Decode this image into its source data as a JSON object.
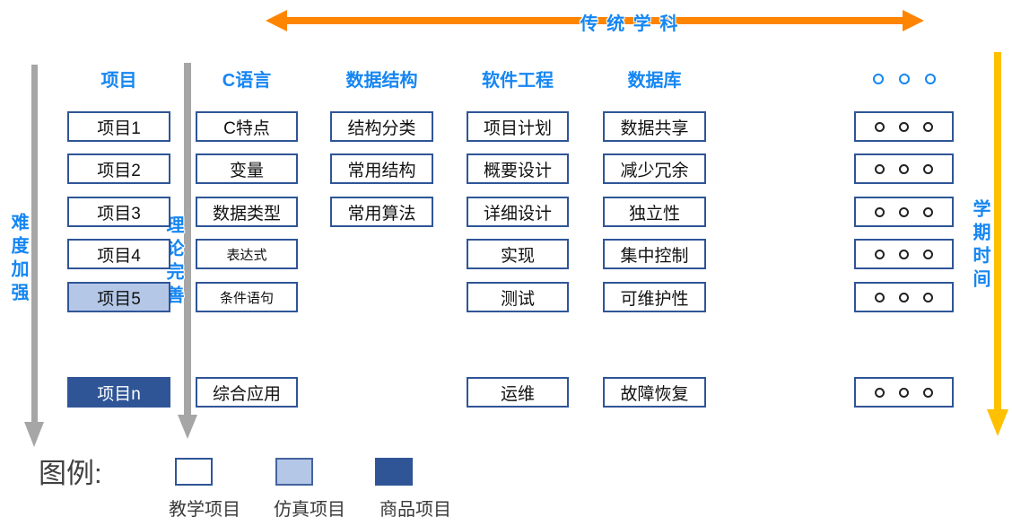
{
  "axes": {
    "top": {
      "label": "传 统 学 科"
    },
    "left": {
      "label": "难度加强"
    },
    "middle": {
      "label": "理论完善"
    },
    "right": {
      "label": "学期时间"
    }
  },
  "columns": [
    {
      "header": "项目",
      "cells": [
        "项目1",
        "项目2",
        "项目3",
        "项目4",
        "项目5",
        "项目n"
      ]
    },
    {
      "header": "C语言",
      "cells": [
        "C特点",
        "变量",
        "数据类型",
        "表达式",
        "条件语句",
        "综合应用"
      ]
    },
    {
      "header": "数据结构",
      "cells": [
        "结构分类",
        "常用结构",
        "常用算法"
      ]
    },
    {
      "header": "软件工程",
      "cells": [
        "项目计划",
        "概要设计",
        "详细设计",
        "实现",
        "测试",
        "运维"
      ]
    },
    {
      "header": "数据库",
      "cells": [
        "数据共享",
        "减少冗余",
        "独立性",
        "集中控制",
        "可维护性",
        "故障恢复"
      ]
    },
    {
      "header": "。。。",
      "cells": [
        "。。。",
        "。。。",
        "。。。",
        "。。。",
        "。。。",
        "。。。"
      ]
    }
  ],
  "legend": {
    "title": "图例:",
    "items": [
      {
        "label": "教学项目",
        "swatch_color": "#FFFFFF"
      },
      {
        "label": "仿真项目",
        "swatch_color": "#B4C7E7"
      },
      {
        "label": "商品项目",
        "swatch_color": "#2F5597"
      }
    ]
  },
  "colors": {
    "accent_blue_text": "#1586F2",
    "box_border": "#2F5597",
    "light_blue_fill": "#B4C7E7",
    "dark_blue_fill": "#2F5597",
    "orange_arrow": "#FF8500",
    "yellow_arrow": "#FFC000",
    "gray_arrow": "#A6A6A6"
  }
}
